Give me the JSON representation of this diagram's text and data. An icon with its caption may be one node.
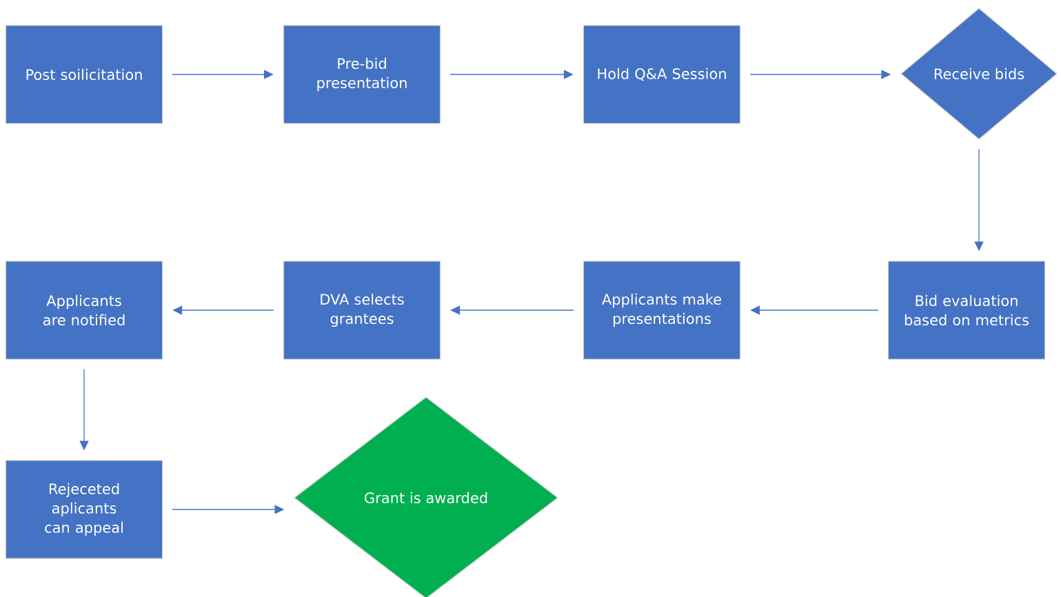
{
  "diagram": {
    "nodes": [
      {
        "text": [
          "Post soilicitation"
        ]
      },
      {
        "text": [
          "Pre-bid presentation"
        ]
      },
      {
        "text": [
          "Hold Q&A Session"
        ]
      },
      {
        "text": [
          "Receive bids"
        ]
      },
      {
        "text": [
          "Bid evaluation based on metrics"
        ]
      },
      {
        "text": [
          "Applicants make presentations"
        ]
      },
      {
        "text": [
          "DVA selects grantees"
        ]
      },
      {
        "text": [
          "Applicants are notified"
        ]
      },
      {
        "text": [
          "Rejeceted aplicants can appeal"
        ]
      },
      {
        "text": [
          "Grant is awarded"
        ]
      }
    ],
    "edges": [
      {
        "from": 0,
        "to": 1,
        "arrow": "to"
      },
      {
        "from": 1,
        "to": 2,
        "arrow": "to"
      },
      {
        "from": 2,
        "to": 3,
        "arrow": "to"
      },
      {
        "from": 3,
        "to": 4,
        "arrow": "to"
      },
      {
        "from": 4,
        "to": 5,
        "arrow": "to"
      },
      {
        "from": 5,
        "to": 6,
        "arrow": "to"
      },
      {
        "from": 6,
        "to": 7,
        "arrow": "to"
      },
      {
        "from": 7,
        "to": 8,
        "arrow": "to"
      },
      {
        "from": 8,
        "to": 9,
        "arrow": "to"
      }
    ]
  }
}
